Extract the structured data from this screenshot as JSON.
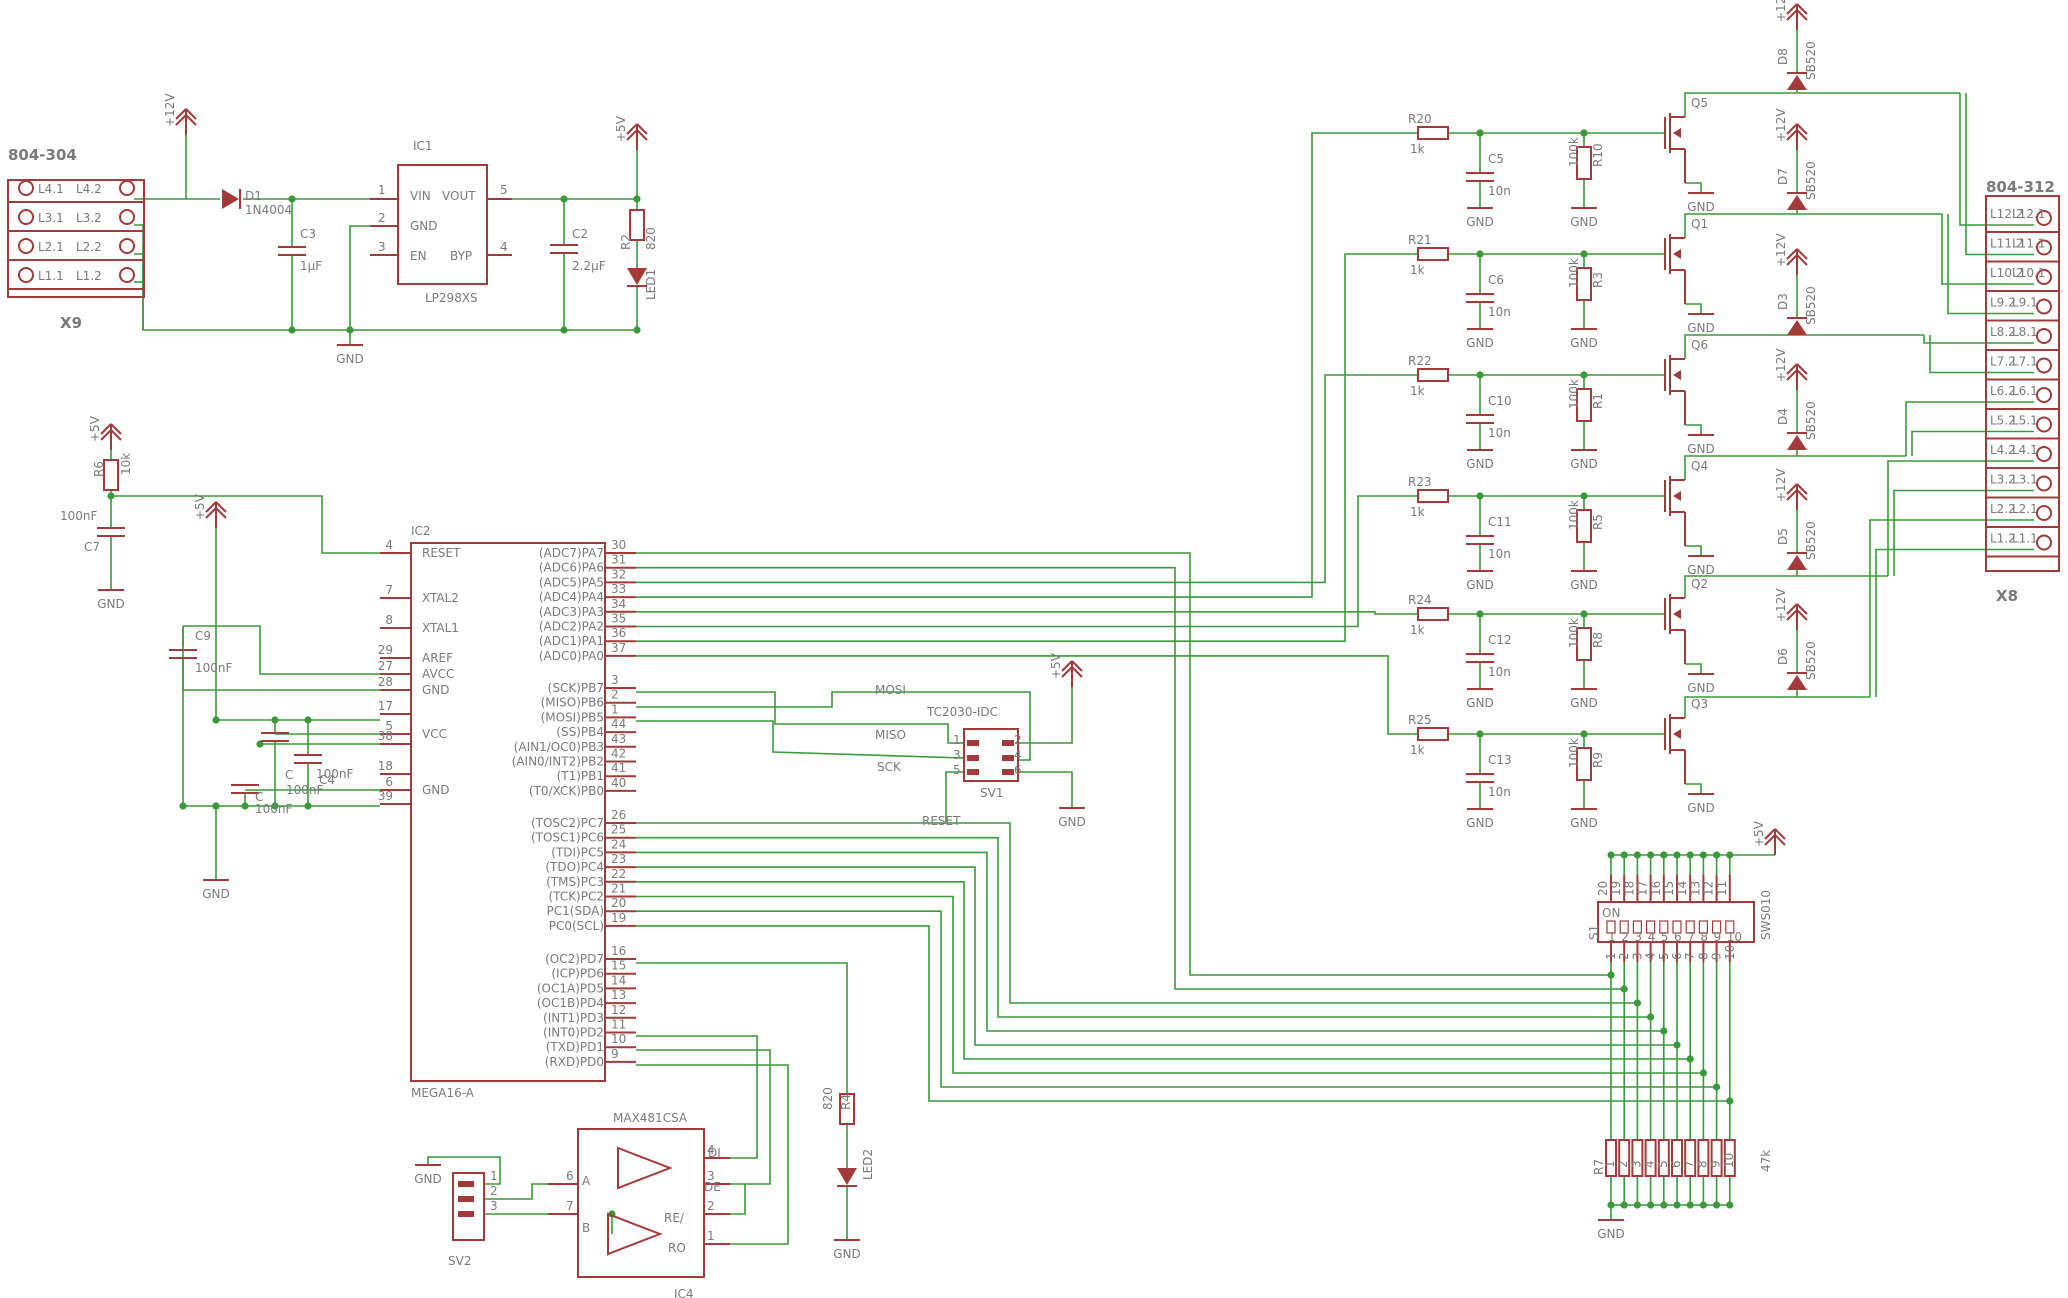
{
  "connectors": {
    "x9": {
      "name": "X9",
      "part": "804-304",
      "pins": [
        "L4.1",
        "L4.2",
        "L3.1",
        "L3.2",
        "L2.1",
        "L2.2",
        "L1.1",
        "L1.2"
      ]
    },
    "x8": {
      "name": "X8",
      "part": "804-312",
      "rows": [
        [
          "L12.2",
          "L12.1"
        ],
        [
          "L11.2",
          "L11.1"
        ],
        [
          "L10.2",
          "L10.1"
        ],
        [
          "L9.2",
          "L9.1"
        ],
        [
          "L8.2",
          "L8.1"
        ],
        [
          "L7.2",
          "L7.1"
        ],
        [
          "L6.2",
          "L6.1"
        ],
        [
          "L5.2",
          "L5.1"
        ],
        [
          "L4.2",
          "L4.1"
        ],
        [
          "L3.2",
          "L3.1"
        ],
        [
          "L2.2",
          "L2.1"
        ],
        [
          "L1.2",
          "L1.1"
        ]
      ]
    }
  },
  "power": {
    "p12": "+12V",
    "p5": "+5V",
    "gnd": "GND"
  },
  "supply": {
    "d1": {
      "name": "D1",
      "value": "1N4004"
    },
    "c3": {
      "name": "C3",
      "value": "1µF"
    },
    "c2": {
      "name": "C2",
      "value": "2.2µF"
    },
    "r2": {
      "name": "R2",
      "value": "820"
    },
    "led1": "LED1",
    "ic1": {
      "name": "IC1",
      "part": "LP298XS",
      "pins": {
        "vin": "VIN",
        "vout": "VOUT",
        "gnd": "GND",
        "en": "EN",
        "byp": "BYP"
      },
      "nums": [
        "1",
        "2",
        "3",
        "5",
        "4"
      ]
    }
  },
  "reset": {
    "r6": {
      "name": "R6",
      "value": "10k"
    },
    "c7": {
      "name": "C7",
      "value": "100nF"
    }
  },
  "mcu": {
    "name": "IC2",
    "part": "MEGA16-A",
    "left_pins": [
      {
        "num": "4",
        "label": "RESET"
      },
      {
        "num": "7",
        "label": "XTAL2"
      },
      {
        "num": "8",
        "label": "XTAL1"
      },
      {
        "num": "29",
        "label": "AREF"
      },
      {
        "num": "27",
        "label": "AVCC"
      },
      {
        "num": "28",
        "label": "GND"
      },
      {
        "num": "17",
        "label": ""
      },
      {
        "num": "5",
        "label": "VCC"
      },
      {
        "num": "38",
        "label": ""
      },
      {
        "num": "18",
        "label": ""
      },
      {
        "num": "6",
        "label": "GND"
      },
      {
        "num": "39",
        "label": ""
      }
    ],
    "right_pins": [
      {
        "num": "30",
        "label": "(ADC7)PA7"
      },
      {
        "num": "31",
        "label": "(ADC6)PA6"
      },
      {
        "num": "32",
        "label": "(ADC5)PA5"
      },
      {
        "num": "33",
        "label": "(ADC4)PA4"
      },
      {
        "num": "34",
        "label": "(ADC3)PA3"
      },
      {
        "num": "35",
        "label": "(ADC2)PA2"
      },
      {
        "num": "36",
        "label": "(ADC1)PA1"
      },
      {
        "num": "37",
        "label": "(ADC0)PA0"
      },
      {
        "num": "3",
        "label": "(SCK)PB7"
      },
      {
        "num": "2",
        "label": "(MISO)PB6"
      },
      {
        "num": "1",
        "label": "(MOSI)PB5"
      },
      {
        "num": "44",
        "label": "(SS)PB4"
      },
      {
        "num": "43",
        "label": "(AIN1/OC0)PB3"
      },
      {
        "num": "42",
        "label": "(AIN0/INT2)PB2"
      },
      {
        "num": "41",
        "label": "(T1)PB1"
      },
      {
        "num": "40",
        "label": "(T0/XCK)PB0"
      },
      {
        "num": "26",
        "label": "(TOSC2)PC7"
      },
      {
        "num": "25",
        "label": "(TOSC1)PC6"
      },
      {
        "num": "24",
        "label": "(TDI)PC5"
      },
      {
        "num": "23",
        "label": "(TDO)PC4"
      },
      {
        "num": "22",
        "label": "(TMS)PC3"
      },
      {
        "num": "21",
        "label": "(TCK)PC2"
      },
      {
        "num": "20",
        "label": "PC1(SDA)"
      },
      {
        "num": "19",
        "label": "PC0(SCL)"
      },
      {
        "num": "16",
        "label": "(OC2)PD7"
      },
      {
        "num": "15",
        "label": "(ICP)PD6"
      },
      {
        "num": "14",
        "label": "(OC1A)PD5"
      },
      {
        "num": "13",
        "label": "(OC1B)PD4"
      },
      {
        "num": "12",
        "label": "(INT1)PD3"
      },
      {
        "num": "11",
        "label": "(INT0)PD2"
      },
      {
        "num": "10",
        "label": "(TXD)PD1"
      },
      {
        "num": "9",
        "label": "(RXD)PD0"
      }
    ]
  },
  "decoupling": [
    {
      "name": "C9",
      "value": "100nF"
    },
    {
      "name": "C4",
      "value": "100nF"
    },
    {
      "name": "C",
      "value": "100nF"
    },
    {
      "name": "C",
      "value": "100nF"
    }
  ],
  "isp": {
    "name": "SV1",
    "part": "TC2030-IDC",
    "signals": {
      "mosi": "MOSI",
      "miso": "MISO",
      "sck": "SCK",
      "reset": "RESET"
    },
    "pins": [
      "1",
      "2",
      "3",
      "4",
      "5",
      "6"
    ]
  },
  "rs485": {
    "name": "IC4",
    "part": "MAX481CSA",
    "pins": {
      "di": "DI",
      "de": "DE",
      "re": "RE/",
      "ro": "RO",
      "a": "A",
      "b": "B"
    },
    "nums": [
      "4",
      "3",
      "2",
      "1",
      "6",
      "7"
    ]
  },
  "sv2": {
    "name": "SV2",
    "pins": [
      "1",
      "2",
      "3"
    ]
  },
  "led2": {
    "r4": {
      "name": "R4",
      "value": "820"
    },
    "name": "LED2"
  },
  "channels": [
    {
      "r": "R20",
      "r_val": "1k",
      "c": "C5",
      "c_val": "10n",
      "pd": "R10",
      "pd_val": "100k",
      "q": "Q5"
    },
    {
      "r": "R21",
      "r_val": "1k",
      "c": "C6",
      "c_val": "10n",
      "pd": "R3",
      "pd_val": "100k",
      "q": "Q1"
    },
    {
      "r": "R22",
      "r_val": "1k",
      "c": "C10",
      "c_val": "10n",
      "pd": "R1",
      "pd_val": "100k",
      "q": "Q6"
    },
    {
      "r": "R23",
      "r_val": "1k",
      "c": "C11",
      "c_val": "10n",
      "pd": "R5",
      "pd_val": "100k",
      "q": "Q4"
    },
    {
      "r": "R24",
      "r_val": "1k",
      "c": "C12",
      "c_val": "10n",
      "pd": "R8",
      "pd_val": "100k",
      "q": "Q2"
    },
    {
      "r": "R25",
      "r_val": "1k",
      "c": "C13",
      "c_val": "10n",
      "pd": "R9",
      "pd_val": "100k",
      "q": "Q3"
    }
  ],
  "flyback": [
    {
      "name": "D8",
      "value": "SB520"
    },
    {
      "name": "D7",
      "value": "SB520"
    },
    {
      "name": "D3",
      "value": "SB520"
    },
    {
      "name": "D4",
      "value": "SB520"
    },
    {
      "name": "D5",
      "value": "SB520"
    },
    {
      "name": "D6",
      "value": "SB520"
    }
  ],
  "dip": {
    "name": "S1",
    "part": "SWS010",
    "on": "ON",
    "top_nums": [
      "20",
      "19",
      "18",
      "17",
      "16",
      "15",
      "14",
      "13",
      "12",
      "11"
    ],
    "bot_nums": [
      "1",
      "2",
      "3",
      "4",
      "5",
      "6",
      "7",
      "8",
      "9",
      "10"
    ],
    "sw_nums": [
      "1",
      "2",
      "3",
      "4",
      "5",
      "6",
      "7",
      "8",
      "9",
      "10"
    ],
    "pullups": {
      "name": "R7",
      "value": "47k",
      "pins": [
        "1",
        "2",
        "3",
        "4",
        "5",
        "6",
        "7",
        "8",
        "9",
        "10"
      ]
    }
  }
}
